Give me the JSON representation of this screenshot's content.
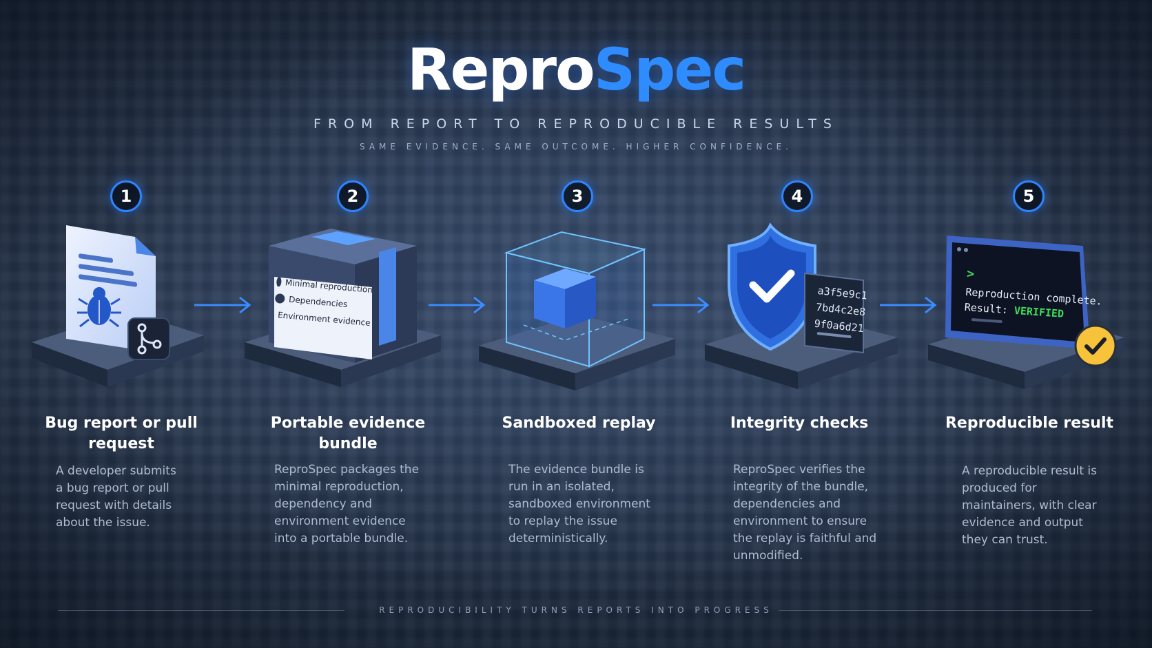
{
  "header": {
    "title_part1": "Repro",
    "title_part2": "Spec",
    "subtitle": "FROM REPORT TO REPRODUCIBLE RESULTS",
    "tagline": "SAME EVIDENCE. SAME OUTCOME. HIGHER CONFIDENCE."
  },
  "steps": [
    {
      "number": "1",
      "title": "Bug report or pull request",
      "description": "A developer submits a bug report or pull request with details about the issue.",
      "icons": [
        "document-icon",
        "bug-icon",
        "git-branch-icon"
      ]
    },
    {
      "number": "2",
      "title": "Portable evidence bundle",
      "description": "ReproSpec packages the minimal reproduction, dependency and environment evidence into a portable bundle.",
      "label_items": [
        "Minimal reproduction",
        "Dependencies",
        "Environment evidence"
      ],
      "icons": [
        "box-icon"
      ]
    },
    {
      "number": "3",
      "title": "Sandboxed replay",
      "description": "The evidence bundle is run in an isolated, sandboxed environment to replay the issue deterministically.",
      "icons": [
        "sandbox-cube-icon"
      ]
    },
    {
      "number": "4",
      "title": "Integrity checks",
      "description": "ReproSpec verifies the integrity of the bundle, dependencies and environment to ensure the replay is faithful and unmodified.",
      "hashes": [
        "a3f5e9c1",
        "7bd4c2e8",
        "9f0a6d21"
      ],
      "icons": [
        "shield-check-icon"
      ]
    },
    {
      "number": "5",
      "title": "Reproducible result",
      "description": "A reproducible result is produced for maintainers, with clear evidence and output they can trust.",
      "terminal": {
        "prompt": ">",
        "line1": "Reproduction complete.",
        "result_label": "Result:",
        "result_value": "VERIFIED"
      },
      "icons": [
        "terminal-icon",
        "check-badge-icon"
      ]
    }
  ],
  "footer": {
    "text": "REPRODUCIBILITY TURNS REPORTS INTO PROGRESS"
  },
  "colors": {
    "accent": "#2f8cff",
    "verified": "#3ddc5a",
    "badge": "#f6c33a"
  }
}
